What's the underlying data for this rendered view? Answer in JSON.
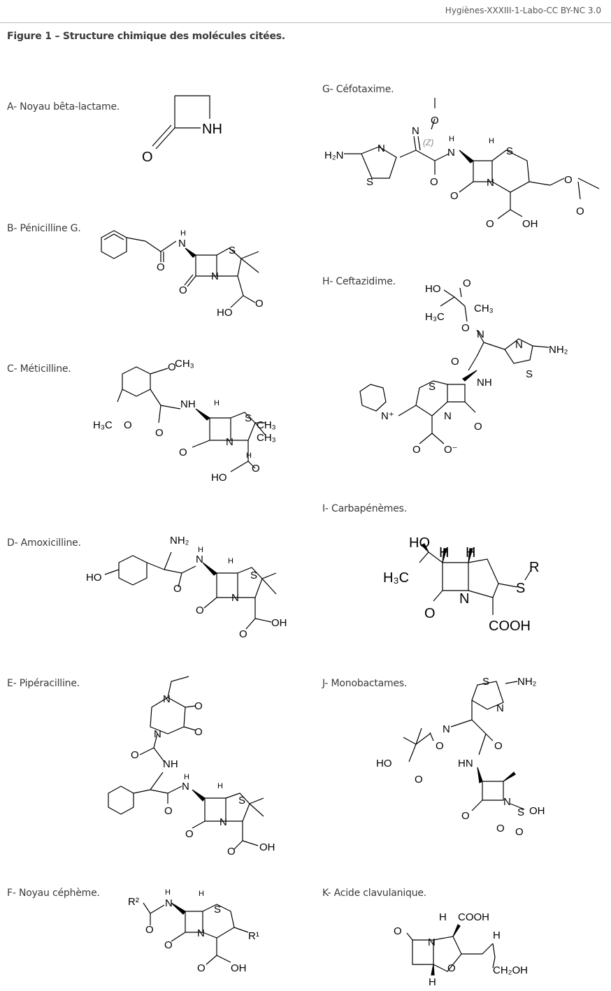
{
  "header": {
    "citation": "Hygiènes-XXXIII-1-Labo-CC BY-NC 3.0"
  },
  "figure": {
    "title": "Figure 1 – Structure chimique des molécules citées."
  },
  "panels": [
    {
      "id": "A",
      "label": "A- Noyau bêta-lactame."
    },
    {
      "id": "B",
      "label": "B- Pénicilline G."
    },
    {
      "id": "C",
      "label": "C- Méticilline."
    },
    {
      "id": "D",
      "label": "D- Amoxicilline."
    },
    {
      "id": "E",
      "label": "E- Pipéracilline."
    },
    {
      "id": "F",
      "label": "F- Noyau céphème."
    },
    {
      "id": "G",
      "label": "G- Céfotaxime."
    },
    {
      "id": "H",
      "label": "H- Ceftazidime."
    },
    {
      "id": "I",
      "label": "I- Carbapénèmes."
    },
    {
      "id": "J",
      "label": "J- Monobactames."
    },
    {
      "id": "K",
      "label": "K- Acide clavulanique."
    }
  ],
  "atoms": {
    "O": "O",
    "N": "N",
    "NH": "NH",
    "S": "S",
    "H": "H",
    "HO": "HO",
    "OH": "OH",
    "H2N": "H₂N",
    "NH2": "NH₂",
    "H3C": "H₃C",
    "CH3": "CH₃",
    "COOH": "COOH",
    "CH2OH": "CH₂OH",
    "R": "R",
    "R1": "R¹",
    "R2": "R²",
    "Nplus": "N⁺",
    "Ominus": "O⁻",
    "Z": "(Z)"
  }
}
